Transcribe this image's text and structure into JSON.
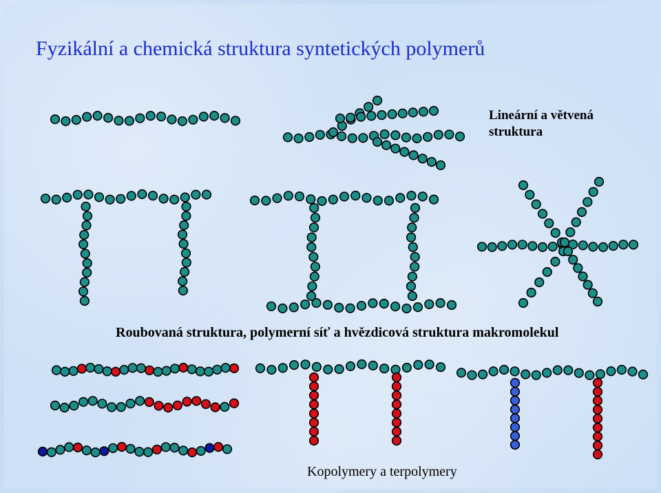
{
  "slide": {
    "title": "Fyzikální a chemická struktura syntetických polymerů",
    "labels": {
      "linear_branched": [
        "Lineární a větvená",
        "struktura"
      ],
      "graft_network_star": "Roubovaná struktura, polymerní síť a hvězdicová struktura makromolekul",
      "copolymers": "Kopolymery a terpolymery"
    }
  },
  "colors": {
    "title": "#1a2bd6",
    "background": "#cfe1f6",
    "bead_teal": "#1e8e8a",
    "bead_red": "#d4101a",
    "bead_blue": "#3a5ed8",
    "bead_navy": "#0a1a9a"
  },
  "diagrams": [
    {
      "name": "linear-chain",
      "bead": "teal"
    },
    {
      "name": "branched-chain",
      "bead": "teal"
    },
    {
      "name": "graft-structure",
      "bead": "teal"
    },
    {
      "name": "network-structure",
      "bead": "teal"
    },
    {
      "name": "star-structure",
      "bead": "teal"
    },
    {
      "name": "copolymer-alternating-chain",
      "pattern": [
        "teal",
        "red"
      ]
    },
    {
      "name": "copolymer-block-chain",
      "pattern": [
        "teal",
        "red"
      ]
    },
    {
      "name": "terpolymer-chain",
      "pattern": [
        "teal",
        "red",
        "navy"
      ]
    },
    {
      "name": "graft-copolymer-red",
      "pattern": [
        "teal",
        "red"
      ]
    },
    {
      "name": "graft-terpolymer",
      "pattern": [
        "teal",
        "blue",
        "red"
      ]
    }
  ]
}
